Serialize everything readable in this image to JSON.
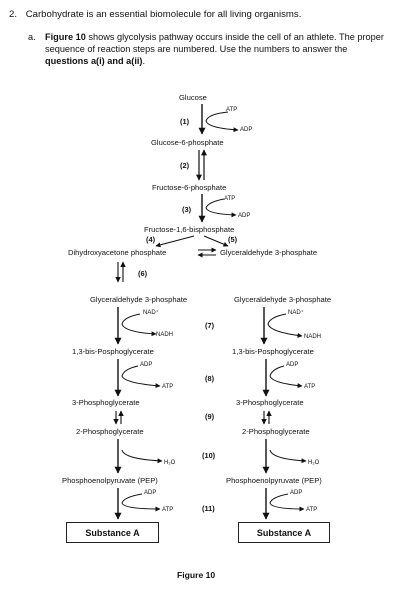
{
  "question": {
    "number": "2.",
    "text": "Carbohydrate is an essential biomolecule for all living organisms."
  },
  "part_a": {
    "label": "a.",
    "figure_ref": "Figure 10",
    "text_after_ref": " shows glycolysis pathway occurs inside the cell of an athlete. The proper sequence of reaction steps are numbered. Use the numbers to answer the ",
    "bold_end": "questions a(i) and a(ii)",
    "end": "."
  },
  "pathway": {
    "glucose": "Glucose",
    "g6p": "Glucose-6-phosphate",
    "f6p": "Fructose-6-phosphate",
    "f16bp": "Fructose-1,6-bisphosphate",
    "dhap": "Dihydroxyacetone phosphate",
    "g3p_top": "Glyceraldehyde 3-phosphate",
    "g3p": "Glyceraldehyde 3-phosphate",
    "bpg": "1,3-bis-Posphoglycerate",
    "pg3": "3-Phosphoglycerate",
    "pg2": "2-Phosphoglycerate",
    "pep": "Phosphoenolpyruvate (PEP)",
    "atp": "ATP",
    "adp": "ADP",
    "nad": "NAD⁺",
    "nadh": "NADH",
    "h2o": "H₂O",
    "steps": [
      "(1)",
      "(2)",
      "(3)",
      "(4)",
      "(5)",
      "(6)",
      "(7)",
      "(8)",
      "(9)",
      "(10)",
      "(11)"
    ]
  },
  "boxes": {
    "left": "Substance A",
    "right": "Substance A"
  },
  "caption": "Figure 10"
}
